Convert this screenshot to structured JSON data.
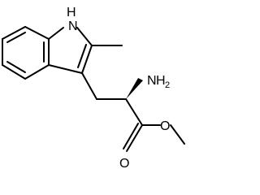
{
  "structure": {
    "atom_labels": {
      "nh_indole": "H",
      "nh_indole_n": "N",
      "amine_n": "N",
      "amine_h": "H",
      "amine_sub": "2",
      "carbonyl_o": "O",
      "ester_o": "O"
    }
  }
}
